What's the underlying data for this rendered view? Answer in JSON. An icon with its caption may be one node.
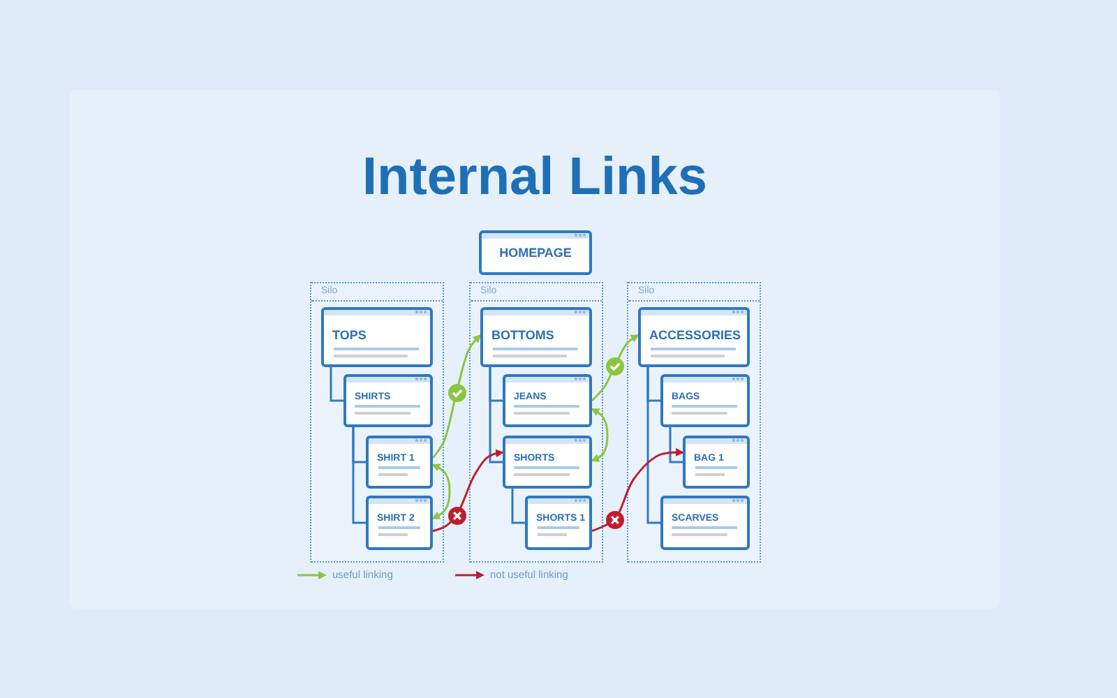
{
  "diagram": {
    "title": "Internal Links",
    "nodes": [
      {
        "text": [
          "HOMEPAGE"
        ]
      },
      {
        "text": [
          "Silo"
        ]
      },
      {
        "text": [
          "TOPS"
        ],
        "in": 1
      },
      {
        "text": [
          "SHIRTS"
        ],
        "in": 1
      },
      {
        "text": [
          "SHIRT 1"
        ],
        "in": 1
      },
      {
        "text": [
          "SHIRT 2"
        ],
        "in": 1
      },
      {
        "text": [
          "Silo"
        ]
      },
      {
        "text": [
          "BOTTOMS"
        ],
        "in": 6
      },
      {
        "text": [
          "JEANS"
        ],
        "in": 6
      },
      {
        "text": [
          "SHORTS"
        ],
        "in": 6
      },
      {
        "text": [
          "SHORTS 1"
        ],
        "in": 6
      },
      {
        "text": [
          "Silo"
        ]
      },
      {
        "text": [
          "ACCESSORIES"
        ],
        "in": 11
      },
      {
        "text": [
          "BAGS"
        ],
        "in": 11
      },
      {
        "text": [
          "BAG 1"
        ],
        "in": 11
      },
      {
        "text": [
          "SCARVES"
        ],
        "in": 11
      }
    ],
    "edges": [
      {
        "from": 2,
        "to": 3,
        "arrow": "none"
      },
      {
        "from": 3,
        "to": 4,
        "arrow": "none"
      },
      {
        "from": 3,
        "to": 5,
        "arrow": "none"
      },
      {
        "from": 7,
        "to": 8,
        "arrow": "none"
      },
      {
        "from": 7,
        "to": 9,
        "arrow": "none"
      },
      {
        "from": 9,
        "to": 10,
        "arrow": "none"
      },
      {
        "from": 12,
        "to": 13,
        "arrow": "none"
      },
      {
        "from": 12,
        "to": 15,
        "arrow": "none"
      },
      {
        "from": 13,
        "to": 14,
        "arrow": "none"
      },
      {
        "from": 4,
        "to": 7,
        "arrow": "to",
        "color": "#8cc63f"
      },
      {
        "from": 4,
        "to": 5,
        "arrow": "both",
        "color": "#8cc63f"
      },
      {
        "from": 5,
        "to": 9,
        "arrow": "to",
        "color": "#bf1e2d"
      },
      {
        "from": 8,
        "to": 12,
        "arrow": "to",
        "color": "#8cc63f"
      },
      {
        "from": 8,
        "to": 9,
        "arrow": "both",
        "color": "#8cc63f"
      },
      {
        "from": 10,
        "to": 14,
        "arrow": "to",
        "color": "#bf1e2d"
      }
    ],
    "legend": [
      {
        "text": "useful linking"
      },
      {
        "text": "not useful linking"
      }
    ]
  }
}
